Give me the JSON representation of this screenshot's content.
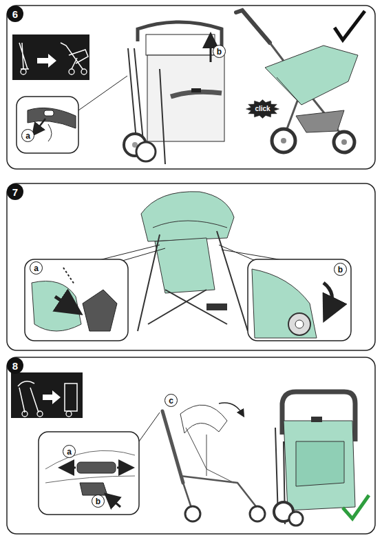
{
  "diagram": {
    "nodes": [
      {
        "text": [
          "6"
        ]
      },
      {
        "text": [
          "a"
        ]
      },
      {
        "text": [
          "b"
        ]
      },
      {
        "text": [
          "click"
        ]
      },
      {
        "text": [
          "7"
        ]
      },
      {
        "text": [
          "a"
        ]
      },
      {
        "text": [
          "b"
        ]
      },
      {
        "text": [
          "8"
        ]
      },
      {
        "text": [
          "a"
        ]
      },
      {
        "text": [
          "b"
        ]
      },
      {
        "text": [
          "c"
        ]
      }
    ]
  }
}
